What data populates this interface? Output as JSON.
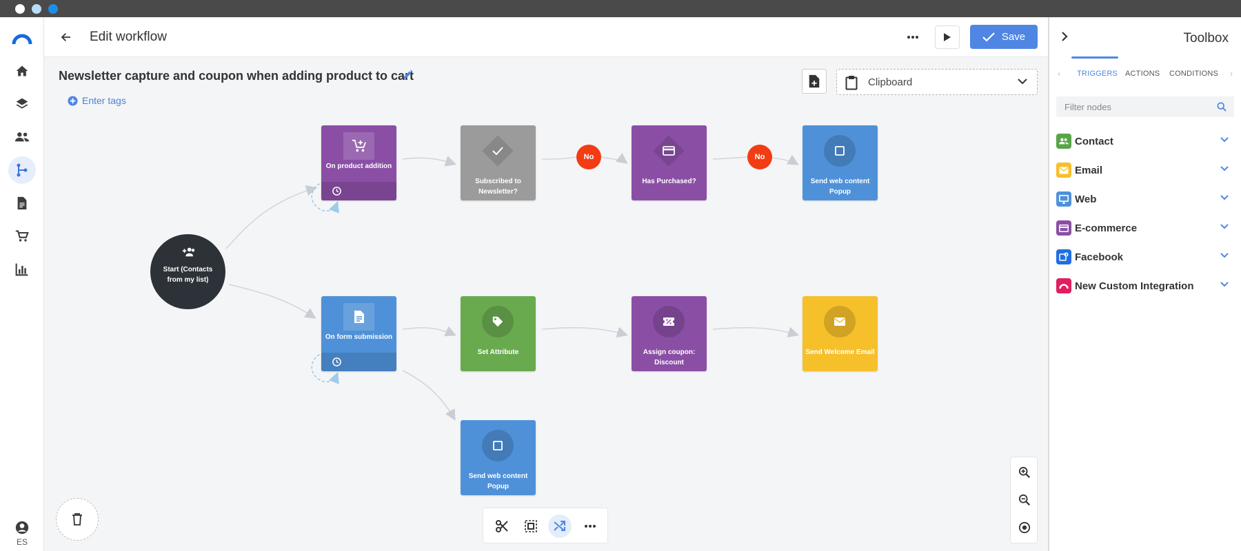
{
  "os_bar": {
    "dot_colors": [
      "#ffffff",
      "#b9ddf5",
      "#1e8fe8"
    ]
  },
  "nav": {
    "items": [
      "logo-icon",
      "home-icon",
      "layers-icon",
      "contacts-icon",
      "workflow-icon",
      "document-icon",
      "cart-icon",
      "chart-icon"
    ],
    "active": "workflow-icon",
    "account_label": "ES"
  },
  "header": {
    "title": "Edit workflow",
    "save_label": "Save"
  },
  "workflow": {
    "name": "Newsletter capture and coupon when adding product to cart",
    "tags_label": "Enter tags"
  },
  "clipboard": {
    "label": "Clipboard"
  },
  "nodes": {
    "start": {
      "label": "Start (Contacts from my list)",
      "color": "#2c3238"
    },
    "on_product_addition": {
      "label": "On product addition",
      "color": "#8a4fa5"
    },
    "subscribed": {
      "label": "Subscribed to Newsletter?",
      "color": "#9b9b9b"
    },
    "has_purchased": {
      "label": "Has Purchased?",
      "color": "#8a4fa5"
    },
    "popup_top": {
      "label": "Send web content Popup",
      "color": "#4f91d8"
    },
    "on_form_submission": {
      "label": "On form submission",
      "color": "#4f91d8"
    },
    "set_attribute": {
      "label": "Set Attribute",
      "color": "#6aaa4f"
    },
    "assign_coupon": {
      "label": "Assign coupon: Discount",
      "color": "#8a4fa5"
    },
    "welcome_email": {
      "label": "Send Welcome Email",
      "color": "#f6c02b"
    },
    "popup_bottom": {
      "label": "Send web content Popup",
      "color": "#4f91d8"
    }
  },
  "badges": {
    "no_1": "No",
    "no_2": "No"
  },
  "toolbox": {
    "title": "Toolbox",
    "tabs": [
      "TRIGGERS",
      "ACTIONS",
      "CONDITIONS"
    ],
    "active_tab": "TRIGGERS",
    "filter_placeholder": "Filter nodes",
    "categories": [
      {
        "label": "Contact",
        "icon": "contact-icon",
        "color": "#57a548"
      },
      {
        "label": "Email",
        "icon": "email-icon",
        "color": "#f6c02b"
      },
      {
        "label": "Web",
        "icon": "monitor-icon",
        "color": "#4f91d8"
      },
      {
        "label": "E-commerce",
        "icon": "credit-card-icon",
        "color": "#8a4fa5"
      },
      {
        "label": "Facebook",
        "icon": "facebook-icon",
        "color": "#1f6fe0"
      },
      {
        "label": "New Custom Integration",
        "icon": "integration-icon",
        "color": "#e01e62"
      }
    ]
  },
  "colors": {
    "accent": "#4f86e3",
    "no_badge": "#f23c14"
  }
}
